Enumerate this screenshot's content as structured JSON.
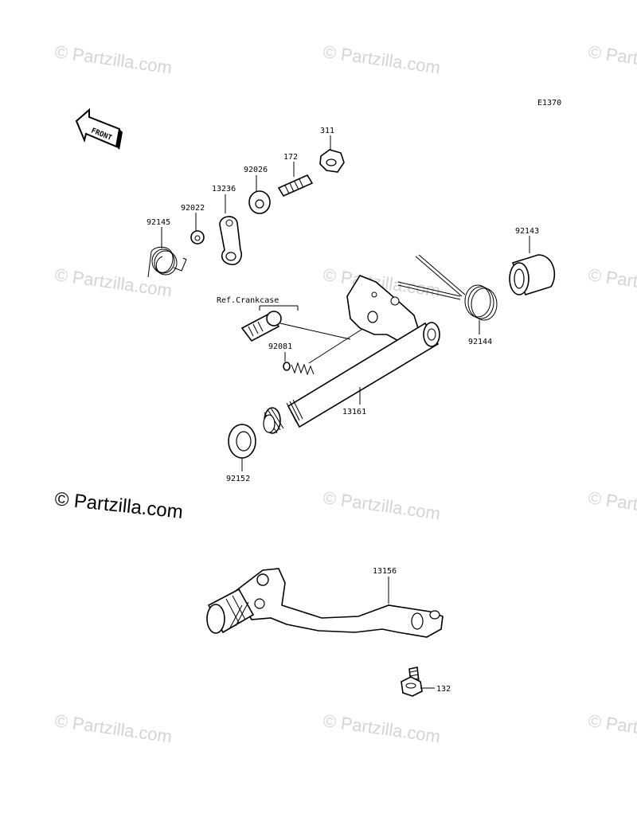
{
  "watermark_text": "© Partzilla.com",
  "main_watermark": "© Partzilla.com",
  "diagram_code": "E1370",
  "front_label": "FRONT",
  "callouts": {
    "c311": "311",
    "c172": "172",
    "c92026": "92026",
    "c13236": "13236",
    "c92022": "92022",
    "c92145": "92145",
    "c92143": "92143",
    "c92144": "92144",
    "ref": "Ref.Crankcase",
    "c92081": "92081",
    "c13161": "13161",
    "c92152": "92152",
    "c13156": "13156",
    "c132": "132"
  }
}
